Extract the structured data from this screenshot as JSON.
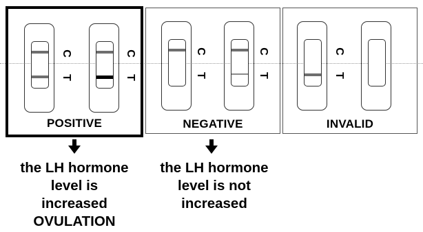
{
  "panels": [
    {
      "label": "POSITIVE",
      "selected": true
    },
    {
      "label": "NEGATIVE",
      "selected": false
    },
    {
      "label": "INVALID",
      "selected": false
    }
  ],
  "strip_labels": {
    "control": "C",
    "test": "T"
  },
  "notes": {
    "positive": [
      "the LH hormone",
      "level is",
      "increased",
      "OVULATION"
    ],
    "negative": [
      "the LH hormone",
      "level is not",
      "increased"
    ]
  },
  "colors": {
    "strong_line": "#000000",
    "faint_line": "#6e6e6e",
    "frame": "#000000"
  }
}
